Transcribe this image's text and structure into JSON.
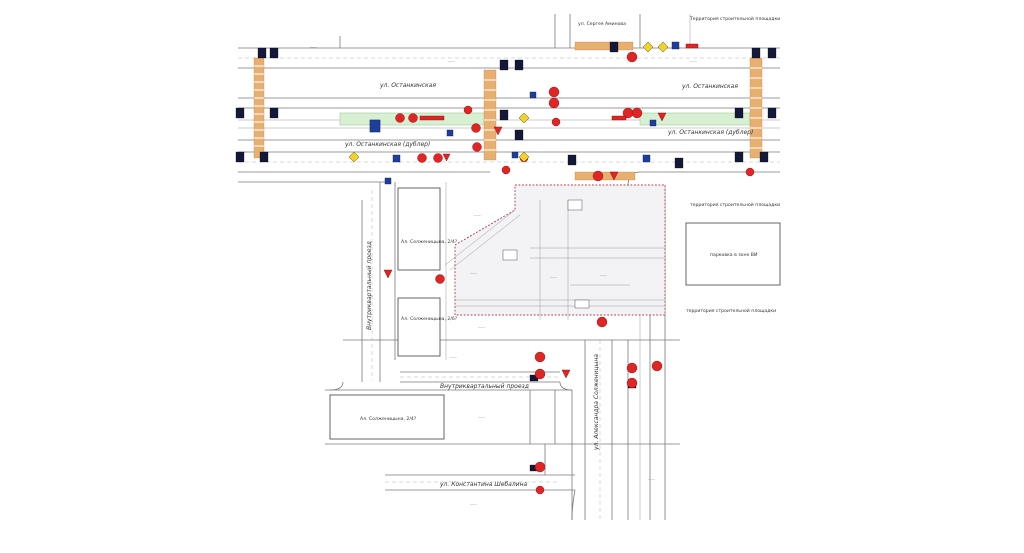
{
  "streets": {
    "ostankinskaya_north": "ул. Останкинская",
    "ostankinskaya_north_right": "ул. Останкинская",
    "ostankinskaya_dubler_left": "ул. Останкинская (дублер)",
    "ostankinskaya_dubler_right": "ул. Останкинская (дублер)",
    "vnutrikvartalny_vertical": "Внутриквартальный проезд",
    "vnutrikvartalny_horizontal": "Внутриквартальный проезд",
    "solzhenitsyna": "ул. Александра Солженицына",
    "konstantina_shebalina": "ул. Константина Шебалина"
  },
  "buildings": {
    "b1": "Ал. Солженицына, 2/4?",
    "b2": "Ал. Солженицына, 2/6?",
    "b3": "Ал. Солженицына, 2/4?",
    "parking": "парковка в зоне ВИ"
  },
  "annotations": {
    "top_right_note": "Территория строительной площадки",
    "top_note2": "ул. Сергея Аминова",
    "right_note1": "территория строительной площадки",
    "right_note2": "территория строительной площадки"
  },
  "colors": {
    "sign_red": "#e02525",
    "sign_blue": "#1f3e9c",
    "sign_yellow": "#f1d22a",
    "crosswalk": "#e8b070",
    "median_green": "#d7f0d2",
    "work_zone": "#f3f3f6"
  }
}
